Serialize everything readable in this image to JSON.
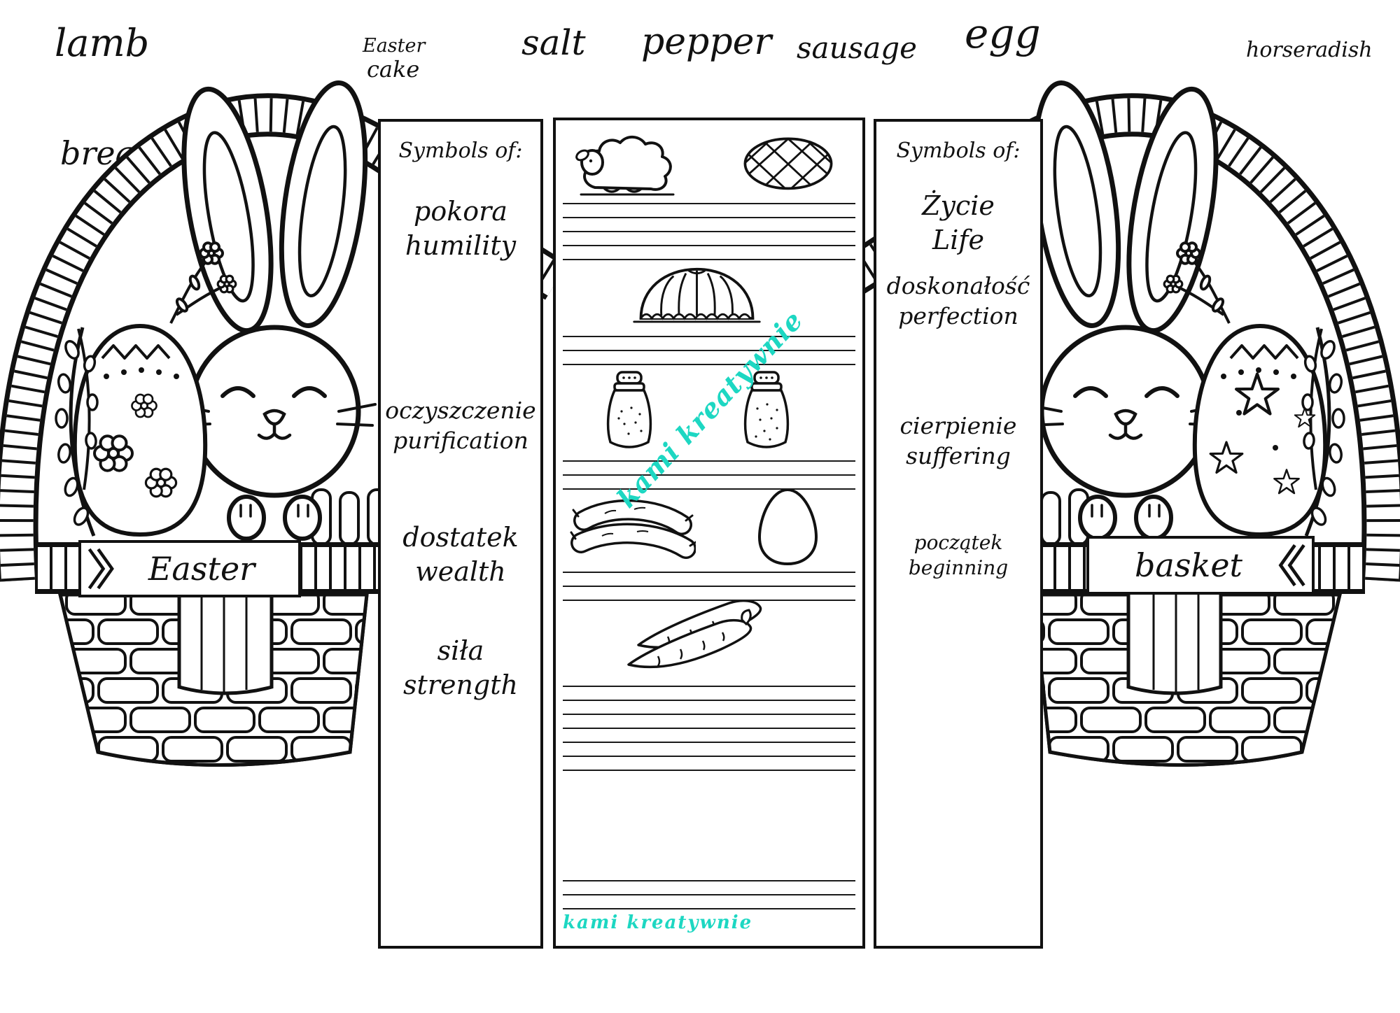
{
  "accent": {
    "teal": "#1dd7c2",
    "ink": "#111111"
  },
  "vocab": {
    "lamb": "lamb",
    "easter": "Easter",
    "cake": "cake",
    "salt": "salt",
    "pepper": "pepper",
    "sausage": "sausage",
    "egg": "egg",
    "horseradish": "horseradish",
    "bread": "bread"
  },
  "left_panel": {
    "heading": "Symbols of:",
    "items": [
      {
        "pl": "pokora",
        "en": "humility"
      },
      {
        "pl": "oczyszczenie",
        "en": "purification"
      },
      {
        "pl": "dostatek",
        "en": "wealth"
      },
      {
        "pl": "siła",
        "en": "strength"
      }
    ]
  },
  "right_panel": {
    "heading": "Symbols of:",
    "items": [
      {
        "pl": "Życie",
        "en": "Life"
      },
      {
        "pl": "doskonałość",
        "en": "perfection"
      },
      {
        "pl": "cierpienie",
        "en": "suffering"
      },
      {
        "pl": "początek",
        "en": "beginning"
      }
    ]
  },
  "banners": {
    "left": "Easter",
    "right": "basket"
  },
  "watermark": {
    "diagonal": "kami kreatywnie",
    "bottom": "kami kreatywnie"
  },
  "icons": [
    "lamb-icon",
    "bread-icon",
    "easter-cake-icon",
    "salt-shaker-icon",
    "pepper-shaker-icon",
    "sausage-icon",
    "egg-icon",
    "horseradish-icon"
  ]
}
